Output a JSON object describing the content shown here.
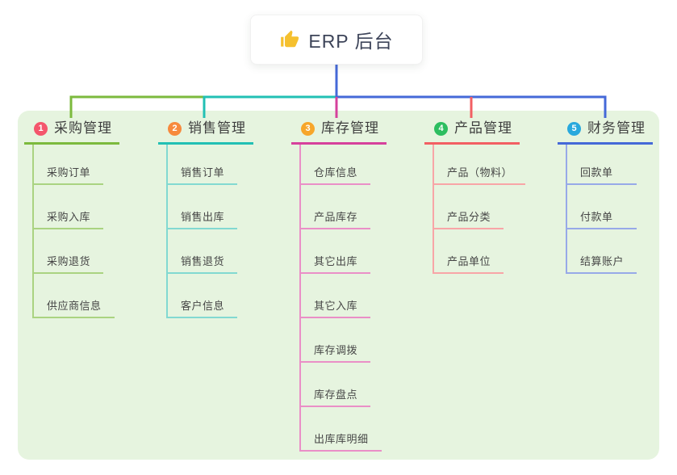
{
  "root": {
    "label": "ERP 后台",
    "icon": "thumbs-up-icon"
  },
  "colors": {
    "panel_background": "#e6f4df",
    "root_text": "#3d4459",
    "thumb_icon": "#f5c02e",
    "heading_text": "#3e3e3e",
    "child_text": "#464646"
  },
  "branches": [
    {
      "index": "1",
      "label": "采购管理",
      "badge_color": "#f4566c",
      "line_color": "#7cba3d",
      "light_color": "#aad381",
      "children": [
        "采购订单",
        "采购入库",
        "采购退货",
        "供应商信息"
      ]
    },
    {
      "index": "2",
      "label": "销售管理",
      "badge_color": "#f78a3d",
      "line_color": "#22c0b4",
      "light_color": "#82d9d1",
      "children": [
        "销售订单",
        "销售出库",
        "销售退货",
        "客户信息"
      ]
    },
    {
      "index": "3",
      "label": "库存管理",
      "badge_color": "#f7a62a",
      "line_color": "#d6419c",
      "light_color": "#ea8fc7",
      "children": [
        "仓库信息",
        "产品库存",
        "其它出库",
        "其它入库",
        "库存调拨",
        "库存盘点",
        "出库库明细"
      ]
    },
    {
      "index": "4",
      "label": "产品管理",
      "badge_color": "#2dbe60",
      "line_color": "#f25f63",
      "light_color": "#f8a5a7",
      "children": [
        "产品（物料）",
        "产品分类",
        "产品单位"
      ]
    },
    {
      "index": "5",
      "label": "财务管理",
      "badge_color": "#29a9dd",
      "line_color": "#4569d8",
      "light_color": "#97a9e8",
      "children": [
        "回款单",
        "付款单",
        "结算账户"
      ]
    }
  ]
}
